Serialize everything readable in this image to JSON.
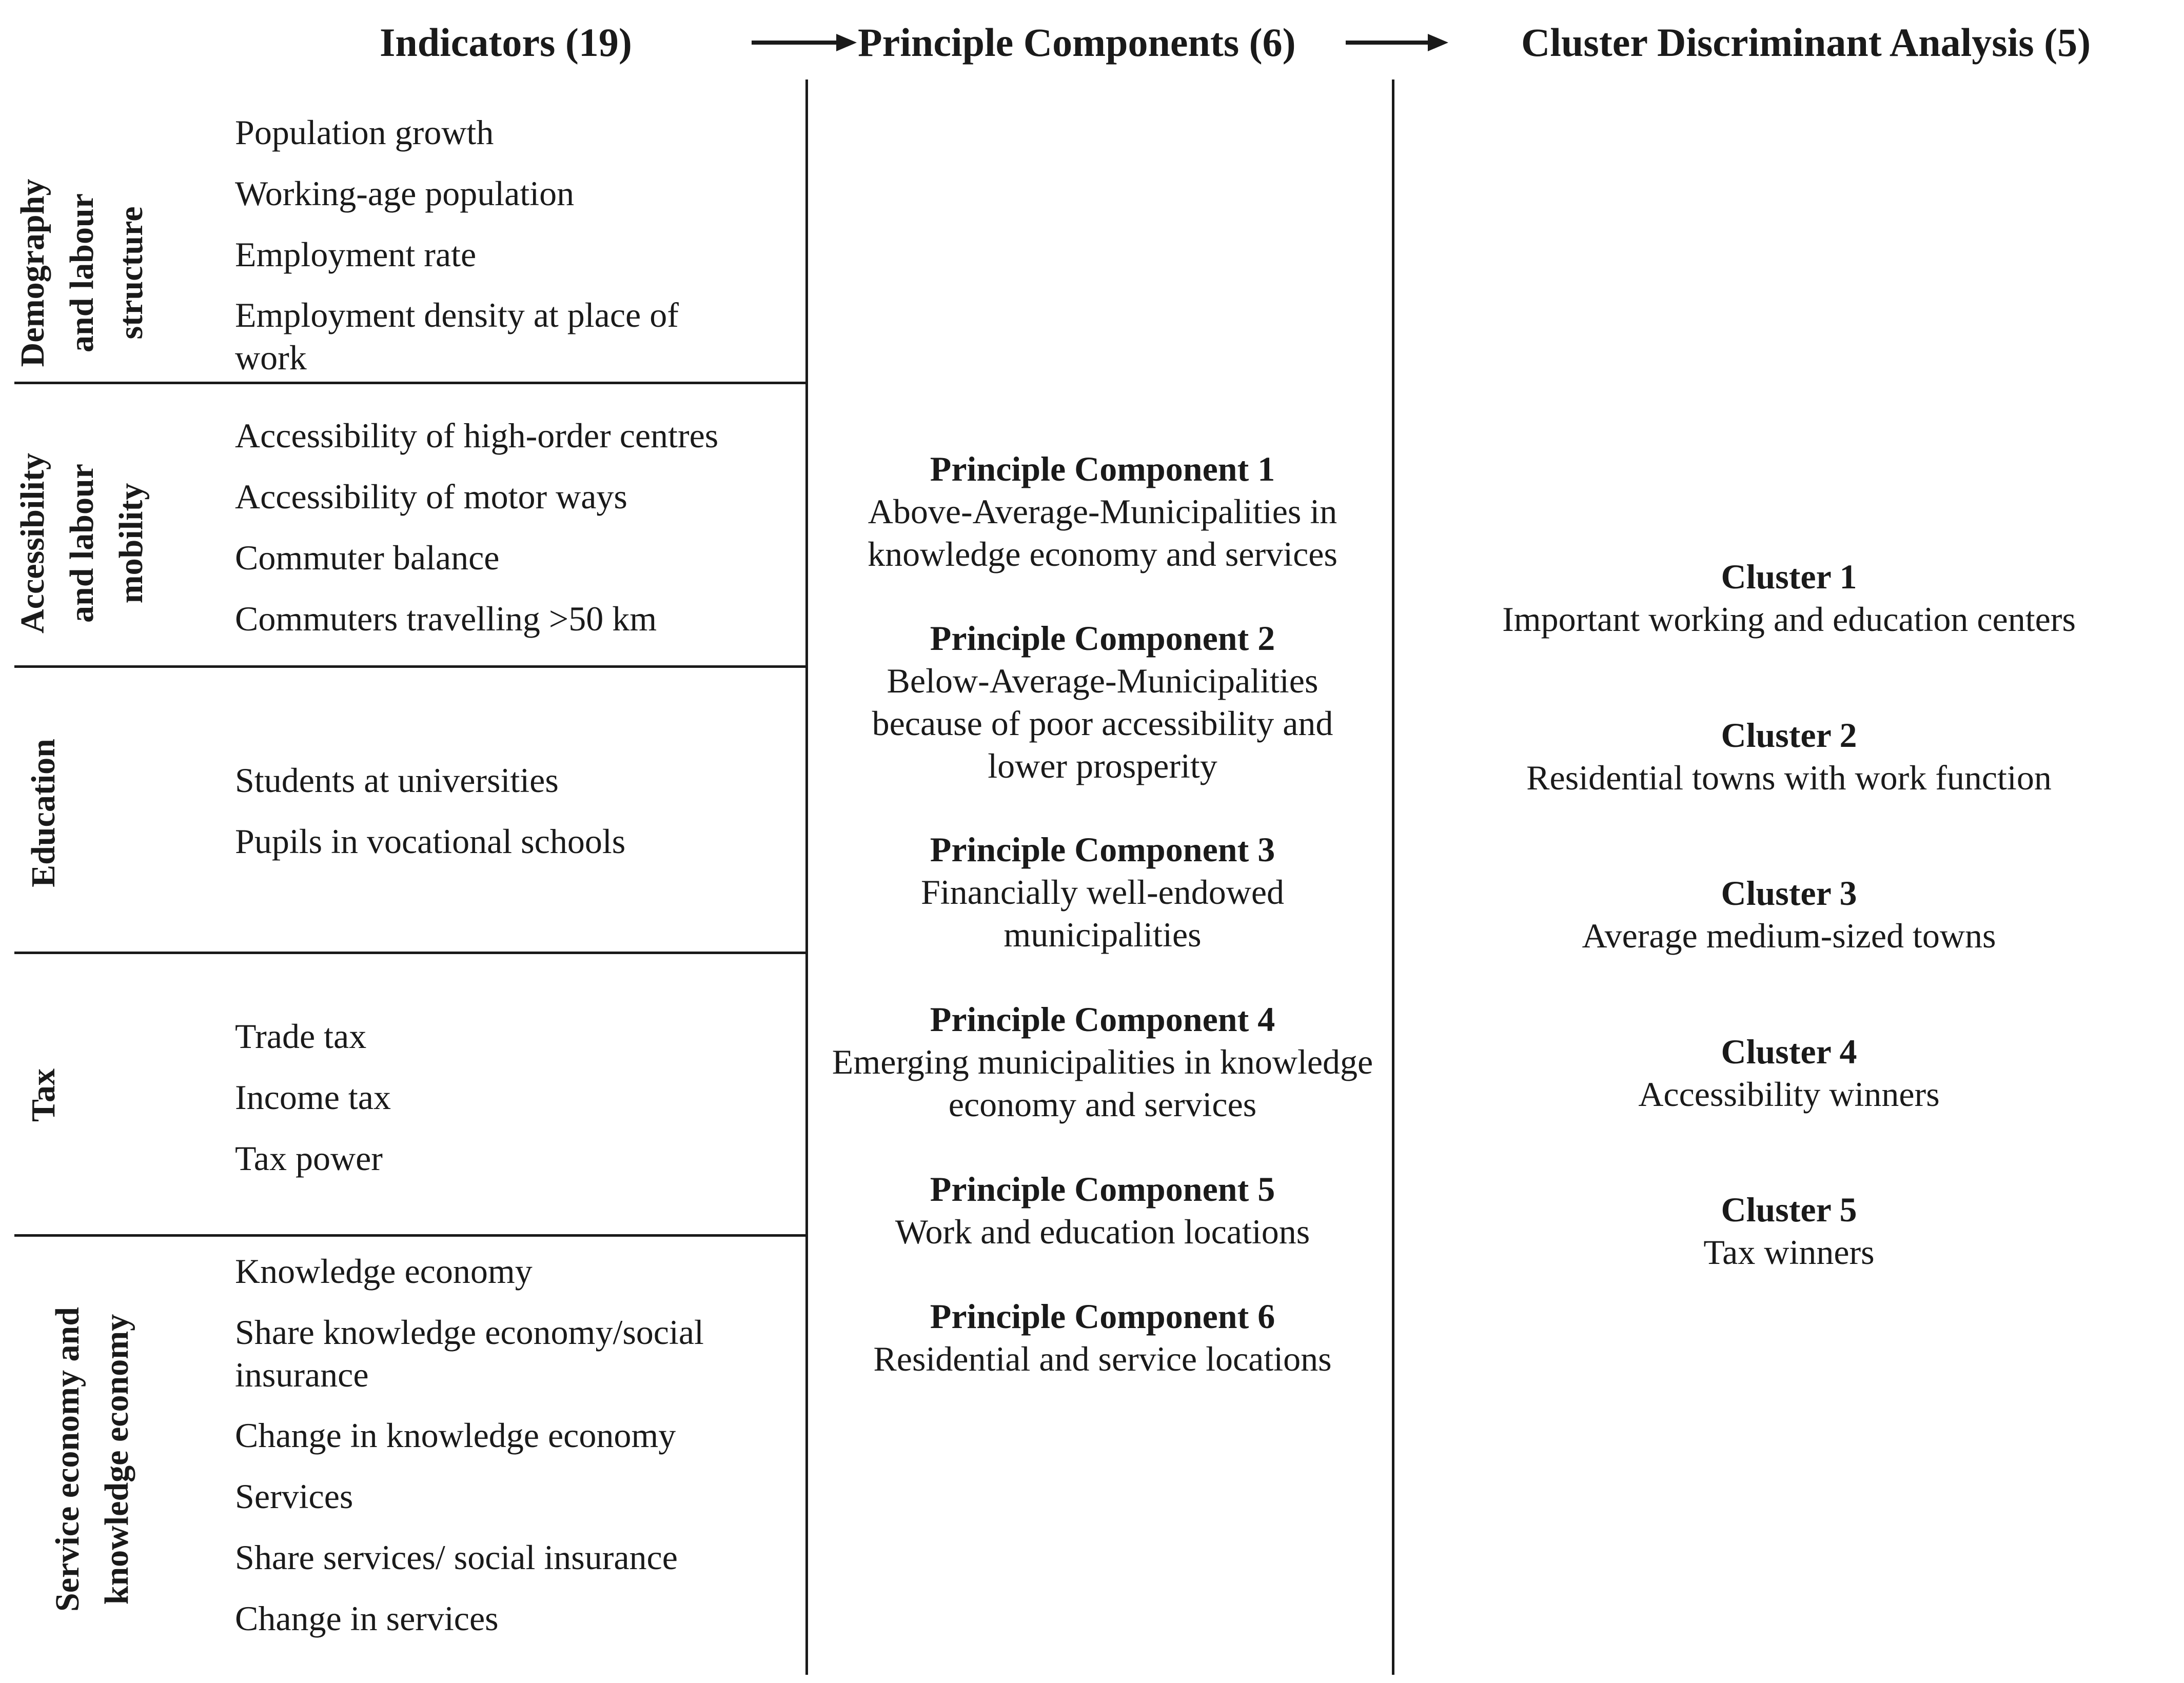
{
  "headers": {
    "indicators": "Indicators (19)",
    "components": "Principle Components (6)",
    "clusters": "Cluster  Discriminant Analysis (5)"
  },
  "categories": [
    {
      "lines": [
        "Demography",
        "and labour",
        "structure"
      ]
    },
    {
      "lines": [
        "Accessibility",
        "and labour",
        "mobility"
      ]
    },
    {
      "lines": [
        "Education"
      ]
    },
    {
      "lines": [
        "Tax"
      ]
    },
    {
      "lines": [
        "Service economy and",
        "knowledge economy"
      ]
    }
  ],
  "indicators": [
    "Population growth",
    "Working-age population",
    "Employment rate",
    "Employment density at place of work",
    "Accessibility of high-order centres",
    "Accessibility of motor ways",
    "Commuter balance",
    "Commuters travelling >50 km",
    "Students at universities",
    "Pupils in vocational schools",
    "Trade tax",
    "Income tax",
    "Tax power",
    "Knowledge economy",
    "Share knowledge economy/social insurance",
    "Change in knowledge economy",
    "Services",
    "Share services/ social insurance",
    "Change in services"
  ],
  "components": [
    {
      "title": "Principle Component 1",
      "desc": "Above-Average-Municipalities in knowledge economy and services"
    },
    {
      "title": "Principle Component 2",
      "desc": "Below-Average-Municipalities because of poor accessibility and lower prosperity"
    },
    {
      "title": "Principle Component 3",
      "desc": "Financially well-endowed municipalities"
    },
    {
      "title": "Principle Component 4",
      "desc": "Emerging municipalities in knowledge economy and services"
    },
    {
      "title": "Principle Component 5",
      "desc": "Work and education locations"
    },
    {
      "title": "Principle Component 6",
      "desc": "Residential and service locations"
    }
  ],
  "clusters": [
    {
      "title": "Cluster 1",
      "desc": "Important working and education centers"
    },
    {
      "title": "Cluster 2",
      "desc": "Residential towns with work function"
    },
    {
      "title": "Cluster 3",
      "desc": "Average medium-sized towns"
    },
    {
      "title": "Cluster 4",
      "desc": "Accessibility winners"
    },
    {
      "title": "Cluster 5",
      "desc": "Tax winners"
    }
  ]
}
